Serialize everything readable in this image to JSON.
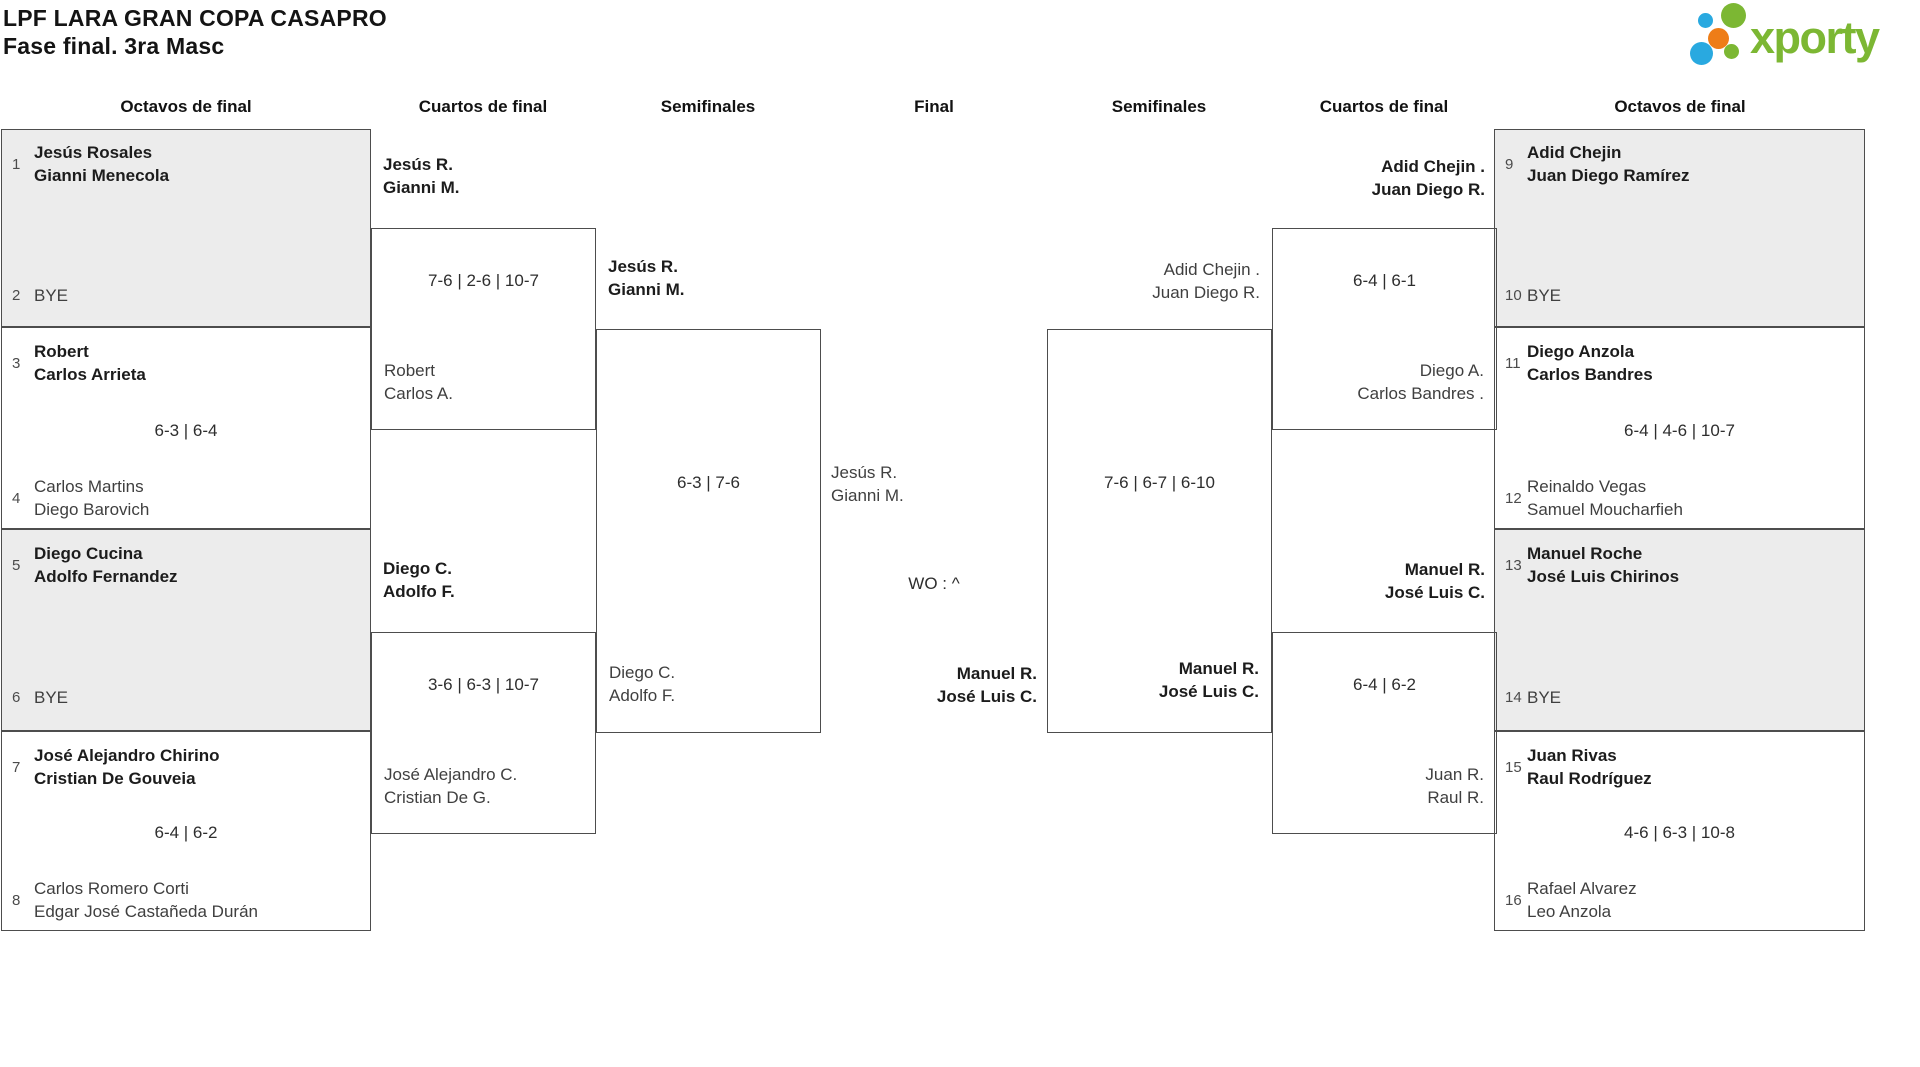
{
  "page": {
    "title": "LPF LARA GRAN COPA CASAPRO",
    "subtitle": "Fase final. 3ra Masc"
  },
  "logo": {
    "wordmark": "xporty",
    "green": "#7cb733",
    "blue": "#29a9e0",
    "orange": "#ee7d17"
  },
  "round_headers": {
    "l_oct": "Octavos de final",
    "l_cu": "Cuartos de final",
    "l_sf": "Semifinales",
    "final": "Final",
    "r_sf": "Semifinales",
    "r_cu": "Cuartos de final",
    "r_oct": "Octavos de final"
  },
  "octavos_left": [
    {
      "seed_top": "1",
      "top": [
        "Jesús Rosales",
        "Gianni Menecola"
      ],
      "score": "",
      "seed_bottom": "2",
      "bottom": [
        "BYE"
      ]
    },
    {
      "seed_top": "3",
      "top": [
        "Robert",
        "Carlos Arrieta"
      ],
      "score": "6-3 | 6-4",
      "seed_bottom": "4",
      "bottom": [
        "Carlos Martins",
        "Diego Barovich"
      ]
    },
    {
      "seed_top": "5",
      "top": [
        "Diego Cucina",
        "Adolfo Fernandez"
      ],
      "score": "",
      "seed_bottom": "6",
      "bottom": [
        "BYE"
      ]
    },
    {
      "seed_top": "7",
      "top": [
        "José Alejandro Chirino",
        "Cristian De Gouveia"
      ],
      "score": "6-4 | 6-2",
      "seed_bottom": "8",
      "bottom": [
        "Carlos Romero Corti",
        "Edgar José Castañeda Durán"
      ]
    }
  ],
  "octavos_right": [
    {
      "seed_top": "9",
      "top": [
        "Adid Chejin",
        "Juan Diego Ramírez"
      ],
      "score": "",
      "seed_bottom": "10",
      "bottom": [
        "BYE"
      ]
    },
    {
      "seed_top": "11",
      "top": [
        "Diego Anzola",
        "Carlos Bandres"
      ],
      "score": "6-4 | 4-6 | 10-7",
      "seed_bottom": "12",
      "bottom": [
        "Reinaldo Vegas",
        "Samuel Moucharfieh"
      ]
    },
    {
      "seed_top": "13",
      "top": [
        "Manuel Roche",
        "José Luis Chirinos"
      ],
      "score": "",
      "seed_bottom": "14",
      "bottom": [
        "BYE"
      ]
    },
    {
      "seed_top": "15",
      "top": [
        "Juan Rivas",
        "Raul Rodríguez"
      ],
      "score": "4-6 | 6-3 | 10-8",
      "seed_bottom": "16",
      "bottom": [
        "Rafael Alvarez",
        "Leo Anzola"
      ]
    }
  ],
  "cuartos_left": [
    {
      "top": [
        "Jesús R.",
        "Gianni M."
      ],
      "score": "7-6 | 2-6 | 10-7",
      "bottom": [
        "Robert",
        "Carlos A."
      ]
    },
    {
      "top": [
        "Diego C.",
        "Adolfo F."
      ],
      "score": "3-6 | 6-3 | 10-7",
      "bottom": [
        "José Alejandro C.",
        "Cristian De G."
      ]
    }
  ],
  "cuartos_right": [
    {
      "top": [
        "Adid Chejin .",
        "Juan Diego R."
      ],
      "score": "6-4 | 6-1",
      "bottom": [
        "Diego A.",
        "Carlos Bandres ."
      ]
    },
    {
      "top": [
        "Manuel R.",
        "José Luis C."
      ],
      "score": "6-4 | 6-2",
      "bottom": [
        "Juan R.",
        "Raul R."
      ]
    }
  ],
  "semis_left": {
    "top": [
      "Jesús R.",
      "Gianni M."
    ],
    "score": "6-3 | 7-6",
    "bottom": [
      "Diego C.",
      "Adolfo F."
    ]
  },
  "semis_right": {
    "top": [
      "Adid Chejin .",
      "Juan Diego R."
    ],
    "score": "7-6 | 6-7 | 6-10",
    "bottom": [
      "Manuel R.",
      "José Luis C."
    ]
  },
  "final": {
    "top": [
      "Jesús R.",
      "Gianni M."
    ],
    "score": "WO : ^",
    "bottom": [
      "Manuel R.",
      "José Luis C."
    ]
  }
}
